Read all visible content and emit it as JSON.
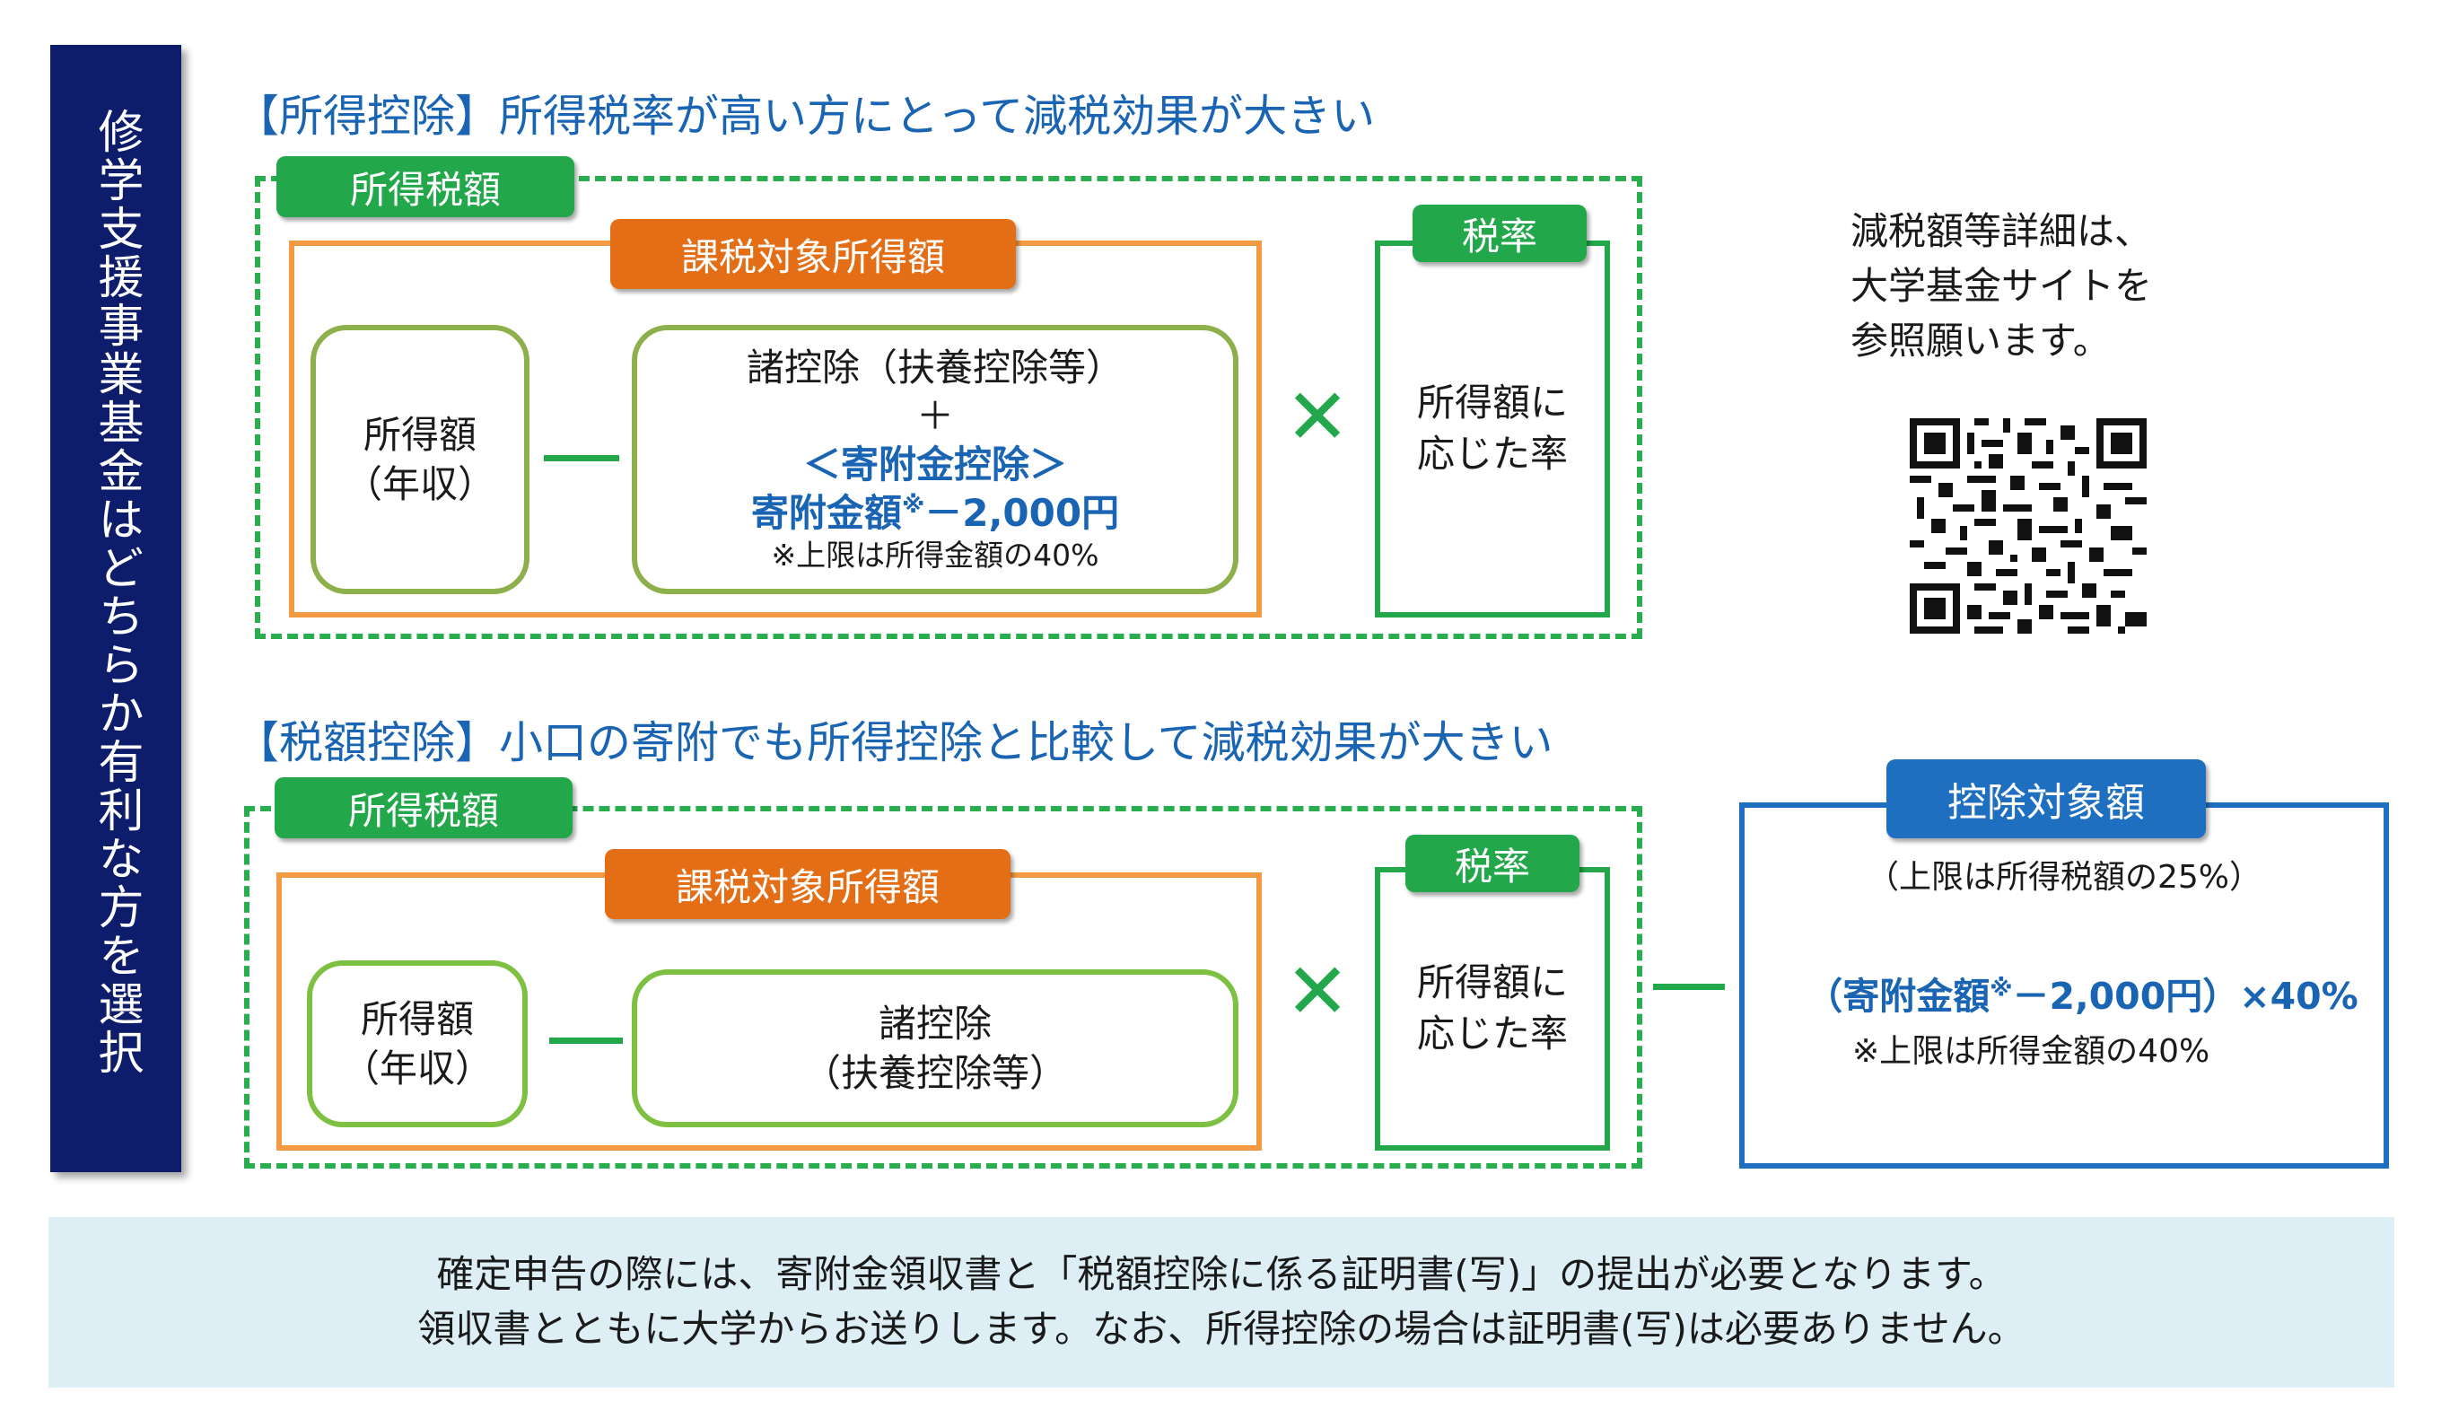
{
  "sidebar": {
    "title": "修学支援事業基金はどちらか有利な方を選択"
  },
  "section1": {
    "heading": "【所得控除】所得税率が高い方にとって減税効果が大きい",
    "tag_tax_amount": "所得税額",
    "tag_taxable_income": "課税対象所得額",
    "income_box": [
      "所得額",
      "（年収）"
    ],
    "deduction_box": {
      "line1": "諸控除（扶養控除等）",
      "plus": "＋",
      "line3": "＜寄附金控除＞",
      "line4_prefix": "寄附金額",
      "line4_mark": "※",
      "line4_suffix": "－2,000円",
      "note": "※上限は所得金額の40%"
    },
    "rate_tag": "税率",
    "rate_box": [
      "所得額に",
      "応じた率"
    ]
  },
  "section2": {
    "heading": "【税額控除】小口の寄附でも所得控除と比較して減税効果が大きい",
    "tag_tax_amount": "所得税額",
    "tag_taxable_income": "課税対象所得額",
    "income_box": [
      "所得額",
      "（年収）"
    ],
    "deduction_box": [
      "諸控除",
      "（扶養控除等）"
    ],
    "rate_tag": "税率",
    "rate_box": [
      "所得額に",
      "応じた率"
    ],
    "credit_box": {
      "tag": "控除対象額",
      "limit": "（上限は所得税額の25%）",
      "formula_prefix": "（寄附金額",
      "formula_mark": "※",
      "formula_suffix": "－2,000円）×40%",
      "note": "※上限は所得金額の40%"
    }
  },
  "side_note": [
    "減税額等詳細は、",
    "大学基金サイトを",
    "参照願います。"
  ],
  "qr_code": {
    "icon": "qr-code-icon"
  },
  "footer": [
    "確定申告の際には、寄附金領収書と「税額控除に係る証明書(写)」の提出が必要となります。",
    "領収書とともに大学からお送りします。なお、所得控除の場合は証明書(写)は必要ありません。"
  ],
  "colors": {
    "navy": "#0e1d6b",
    "green": "#22a84a",
    "orange": "#e46e15",
    "olive": "#8db04c",
    "blue": "#1f6fc0",
    "band": "#ddeef5"
  }
}
